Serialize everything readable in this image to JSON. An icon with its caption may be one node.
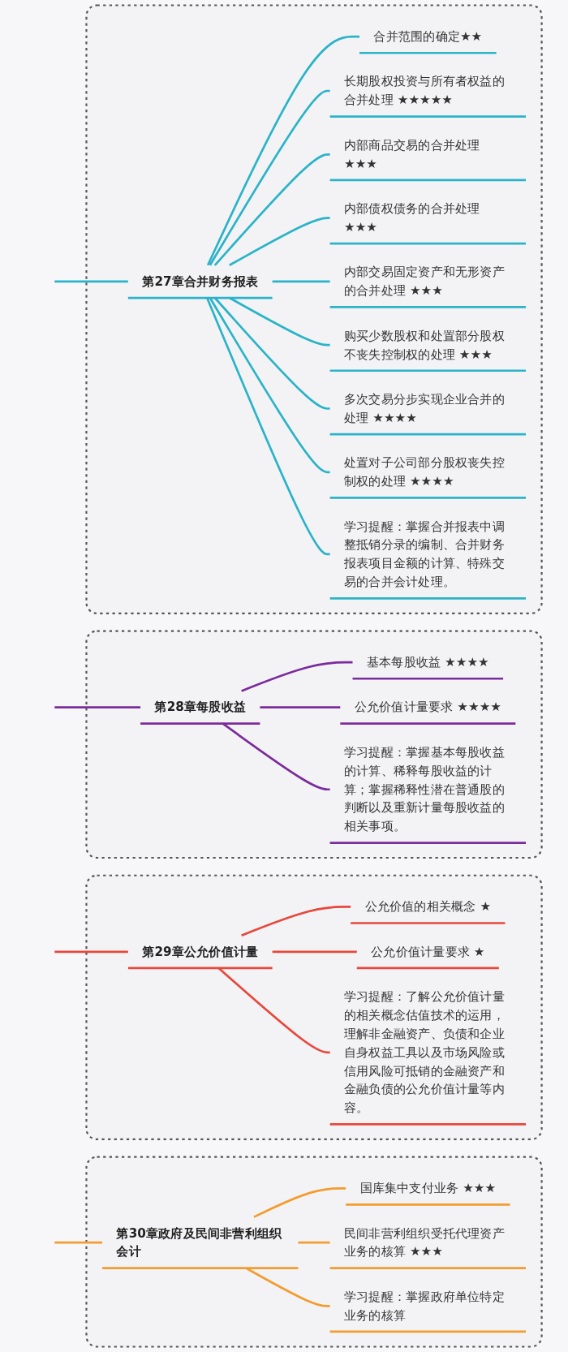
{
  "diagram": {
    "nodes": [
      {
        "text": [],
        "shape": "box"
      },
      {
        "text": [
          "第27章合并财务报表"
        ],
        "in": 0
      },
      {
        "text": [
          "合并范围的确定★★"
        ],
        "in": 0
      },
      {
        "text": [
          "长期股权投资与所有者权益的合并处理 ★★★★★"
        ],
        "in": 0
      },
      {
        "text": [
          "内部商品交易的合并处理 ★★★"
        ],
        "in": 0
      },
      {
        "text": [
          "内部债权债务的合并处理 ★★★"
        ],
        "in": 0
      },
      {
        "text": [
          "内部交易固定资产和无形资产的合并处理 ★★★"
        ],
        "in": 0
      },
      {
        "text": [
          "购买少数股权和处置部分股权不丧失控制权的处理 ★★★"
        ],
        "in": 0
      },
      {
        "text": [
          "多次交易分步实现企业合并的处理 ★★★★"
        ],
        "in": 0
      },
      {
        "text": [
          "处置对子公司部分股权丧失控制权的处理 ★★★★"
        ],
        "in": 0
      },
      {
        "text": [
          "学习提醒：掌握合并报表中调整抵销分录的编制、合并财务报表项目金额的计算、特殊交易的合并会计处理。"
        ],
        "in": 0
      },
      {
        "text": [],
        "shape": "box"
      },
      {
        "text": [
          "第28章每股收益"
        ],
        "in": 11
      },
      {
        "text": [
          "基本每股收益 ★★★★"
        ],
        "in": 11
      },
      {
        "text": [
          "公允价值计量要求 ★★★★"
        ],
        "in": 11
      },
      {
        "text": [
          "学习提醒：掌握基本每股收益的计算、稀释每股收益的计算；掌握稀释性潜在普通股的判断以及重新计量每股收益的相关事项。"
        ],
        "in": 11
      },
      {
        "text": [],
        "shape": "box"
      },
      {
        "text": [
          "第29章公允价值计量"
        ],
        "in": 16
      },
      {
        "text": [
          "公允价值的相关概念 ★"
        ],
        "in": 16
      },
      {
        "text": [
          "公允价值计量要求 ★"
        ],
        "in": 16
      },
      {
        "text": [
          "学习提醒：了解公允价值计量的相关概念估值技术的运用，理解非金融资产、负债和企业自身权益工具以及市场风险或信用风险可抵销的金融资产和金融负债的公允价值计量等内容。"
        ],
        "in": 16
      },
      {
        "text": [],
        "shape": "box"
      },
      {
        "text": [
          "第30章政府及民间非营利组织会计"
        ],
        "in": 21
      },
      {
        "text": [
          "国库集中支付业务 ★★★"
        ],
        "in": 21
      },
      {
        "text": [
          "民间非营利组织受托代理资产业务的核算 ★★★"
        ],
        "in": 21
      },
      {
        "text": [
          "学习提醒：掌握政府单位特定业务的核算"
        ],
        "in": 21
      }
    ],
    "edges": [
      {
        "from": null,
        "to": 1,
        "arrow": "none"
      },
      {
        "from": 1,
        "to": 2,
        "arrow": "none"
      },
      {
        "from": 1,
        "to": 3,
        "arrow": "none"
      },
      {
        "from": 1,
        "to": 4,
        "arrow": "none"
      },
      {
        "from": 1,
        "to": 5,
        "arrow": "none"
      },
      {
        "from": 1,
        "to": 6,
        "arrow": "none"
      },
      {
        "from": 1,
        "to": 7,
        "arrow": "none"
      },
      {
        "from": 1,
        "to": 8,
        "arrow": "none"
      },
      {
        "from": 1,
        "to": 9,
        "arrow": "none"
      },
      {
        "from": 1,
        "to": 10,
        "arrow": "none"
      },
      {
        "from": null,
        "to": 12,
        "arrow": "none",
        "color": "#7b2c9c"
      },
      {
        "from": 12,
        "to": 13,
        "arrow": "none",
        "color": "#7b2c9c"
      },
      {
        "from": 12,
        "to": 14,
        "arrow": "none",
        "color": "#7b2c9c"
      },
      {
        "from": 12,
        "to": 15,
        "arrow": "none",
        "color": "#7b2c9c"
      },
      {
        "from": null,
        "to": 17,
        "arrow": "none",
        "color": "#e8473b"
      },
      {
        "from": 17,
        "to": 18,
        "arrow": "none",
        "color": "#e8473b"
      },
      {
        "from": 17,
        "to": 19,
        "arrow": "none",
        "color": "#e8473b"
      },
      {
        "from": 17,
        "to": 20,
        "arrow": "none",
        "color": "#e8473b"
      },
      {
        "from": null,
        "to": 22,
        "arrow": "none",
        "color": "#f39c2f"
      },
      {
        "from": 22,
        "to": 23,
        "arrow": "none",
        "color": "#f39c2f"
      },
      {
        "from": 22,
        "to": 24,
        "arrow": "none",
        "color": "#f39c2f"
      },
      {
        "from": 22,
        "to": 25,
        "arrow": "none",
        "color": "#f39c2f"
      }
    ]
  }
}
